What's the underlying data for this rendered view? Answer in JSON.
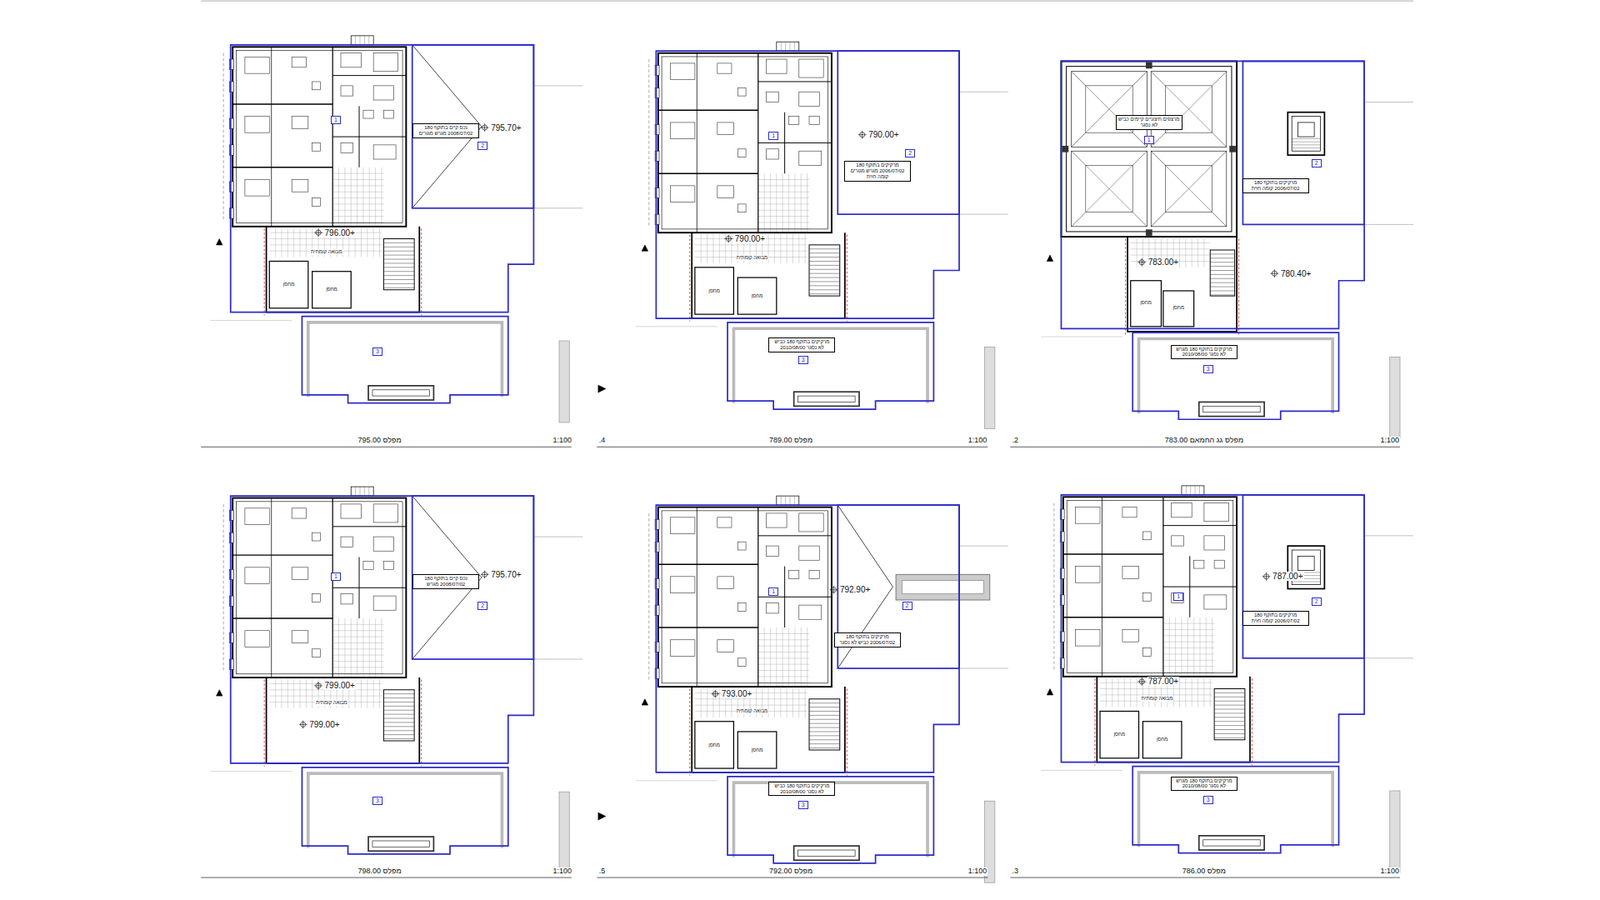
{
  "diagram": {
    "nodes": [
      {
        "text": [
          "1"
        ]
      },
      {
        "text": [
          "2"
        ]
      },
      {
        "text": [
          "3"
        ]
      },
      {
        "text": [
          "נכס קיים בתוקף 180 2008/07/02 מגרש מגורים"
        ]
      },
      {
        "text": [
          "1"
        ]
      },
      {
        "text": [
          "2"
        ]
      },
      {
        "text": [
          "3"
        ]
      },
      {
        "text": [
          "מרקיקים בתוקף 180 2006/07/02 מגרש מגורים קומה חזית"
        ]
      },
      {
        "text": [
          "מרקיקים בתוקף 180 כביש לא נסגר 2010/08/00"
        ]
      },
      {
        "text": [
          "מרצפים חיצוניים קיימים כביש לא נסגר"
        ]
      },
      {
        "text": [
          "1"
        ]
      },
      {
        "text": [
          "מרקיקים בתוקף 180 2006/07/02 קומה חזית"
        ]
      },
      {
        "text": [
          "2"
        ]
      },
      {
        "text": [
          "מרקיקים בתוקף 180 מגרש לא נסגר 2010/08/00"
        ]
      },
      {
        "text": [
          "3"
        ]
      },
      {
        "text": [
          "1"
        ]
      },
      {
        "text": [
          "נכס קיים בתוקף 180 2008/07/02 מגרש"
        ]
      },
      {
        "text": [
          "2"
        ]
      },
      {
        "text": [
          "3"
        ]
      },
      {
        "text": [
          "1"
        ]
      },
      {
        "text": [
          "2"
        ]
      },
      {
        "text": [
          "מרקיקים בתוקף 180 2006/07/02 כביש לא נסגר"
        ]
      },
      {
        "text": [
          "מרקיקים בתוקף 180 כביש לא נסגר 2010/08/00"
        ]
      },
      {
        "text": [
          "3"
        ]
      },
      {
        "text": [
          "1"
        ]
      },
      {
        "text": [
          "2"
        ]
      },
      {
        "text": [
          "מרקיקים בתוקף 180 2006/07/02 קומה חזית"
        ]
      },
      {
        "text": [
          "מרקיקים בתוקף 180 מגרש לא נסגר 2010/08/00"
        ]
      },
      {
        "text": [
          "3"
        ]
      }
    ],
    "labels": [
      "795.70+",
      "796.00+",
      "מבואה קומתית",
      "מחסן",
      "מחסן",
      "מפלס 795.00",
      "1:100",
      "790.00+",
      "790.00+",
      "מבואה קומתית",
      "מחסן",
      "מחסן",
      ".4",
      "מפלס 789.00",
      "1:100",
      "783.00+",
      "780.40+",
      "מחסן",
      "מחסן",
      ".2",
      "מפלס גג החמאם 783.00",
      "1:100",
      "795.70+",
      "799.00+",
      "מבואה קומתית",
      "799.00+",
      "מפלס 798.00",
      "1:100",
      "792.90+",
      "793.00+",
      "מבואה קומתית",
      "מחסן",
      "מחסן",
      ".5",
      "מפלס 792.00",
      "1:100",
      "787.00+",
      "787.00+",
      "מבואה קומתית",
      "מחסן",
      "מחסן",
      ".3",
      "מפלס 786.00",
      "1:100"
    ]
  }
}
